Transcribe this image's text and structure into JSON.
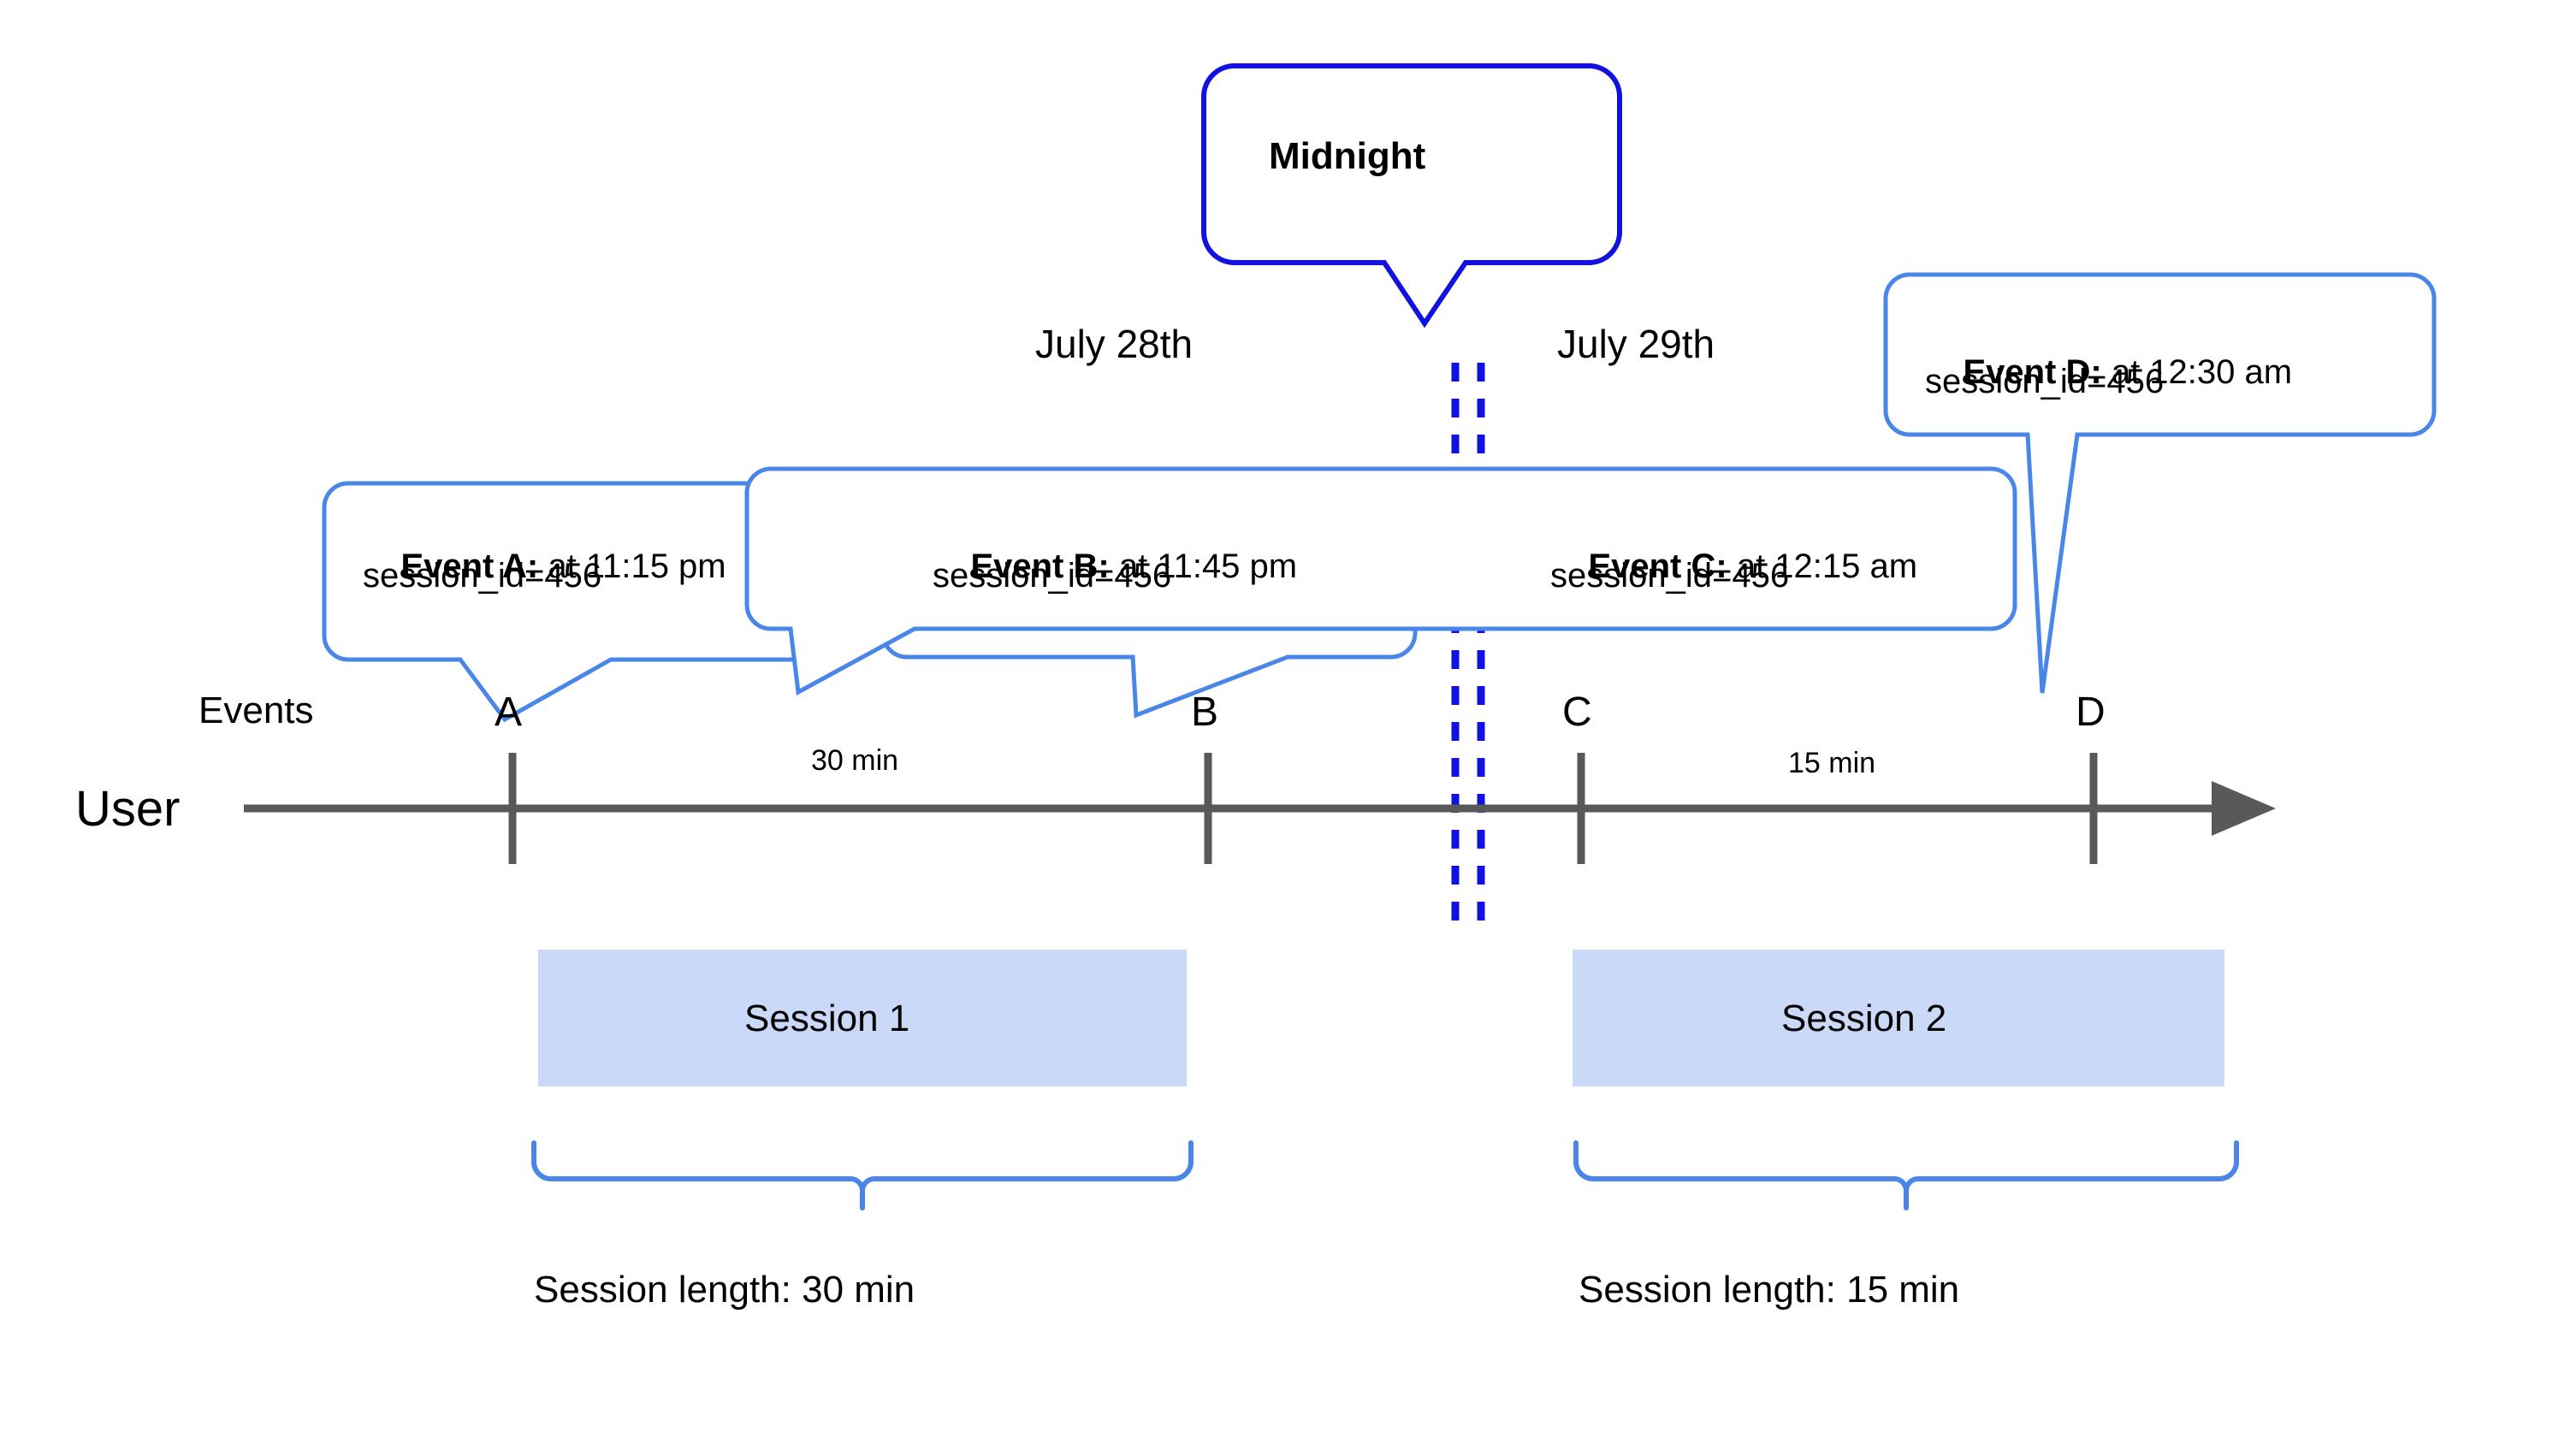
{
  "diagram": {
    "title_label": "Midnight",
    "lane_labels": {
      "events": "Events",
      "user": "User"
    },
    "dates": [
      {
        "label": "July 28th"
      },
      {
        "label": "July 29th"
      }
    ],
    "midnight_marker": {
      "label": "Midnight",
      "style": "double-dashed-vertical-line",
      "color": "#1212e0"
    },
    "events": [
      {
        "letter": "A",
        "title": "Event A:",
        "detail": "at 11:15 pm",
        "session_id_line": "session_id=456"
      },
      {
        "letter": "B",
        "title": "Event B:",
        "detail": "at 11:45 pm",
        "session_id_line": "session_id=456"
      },
      {
        "letter": "C",
        "title": "Event C:",
        "detail": "at 12:15 am",
        "session_id_line": "session_id=456"
      },
      {
        "letter": "D",
        "title": "Event D:",
        "detail": "at 12:30 am",
        "session_id_line": "session_id=456"
      }
    ],
    "durations": [
      {
        "label": "30 min"
      },
      {
        "label": "15 min"
      }
    ],
    "sessions": [
      {
        "label": "Session 1",
        "length_label": "Session length: 30 min"
      },
      {
        "label": "Session 2",
        "length_label": "Session length: 15 min"
      }
    ],
    "colors": {
      "callout_border": "#4a86e8",
      "midnight_border": "#1212e0",
      "session_fill": "#c9d9f7",
      "axis": "#595959",
      "text": "#000000"
    }
  }
}
